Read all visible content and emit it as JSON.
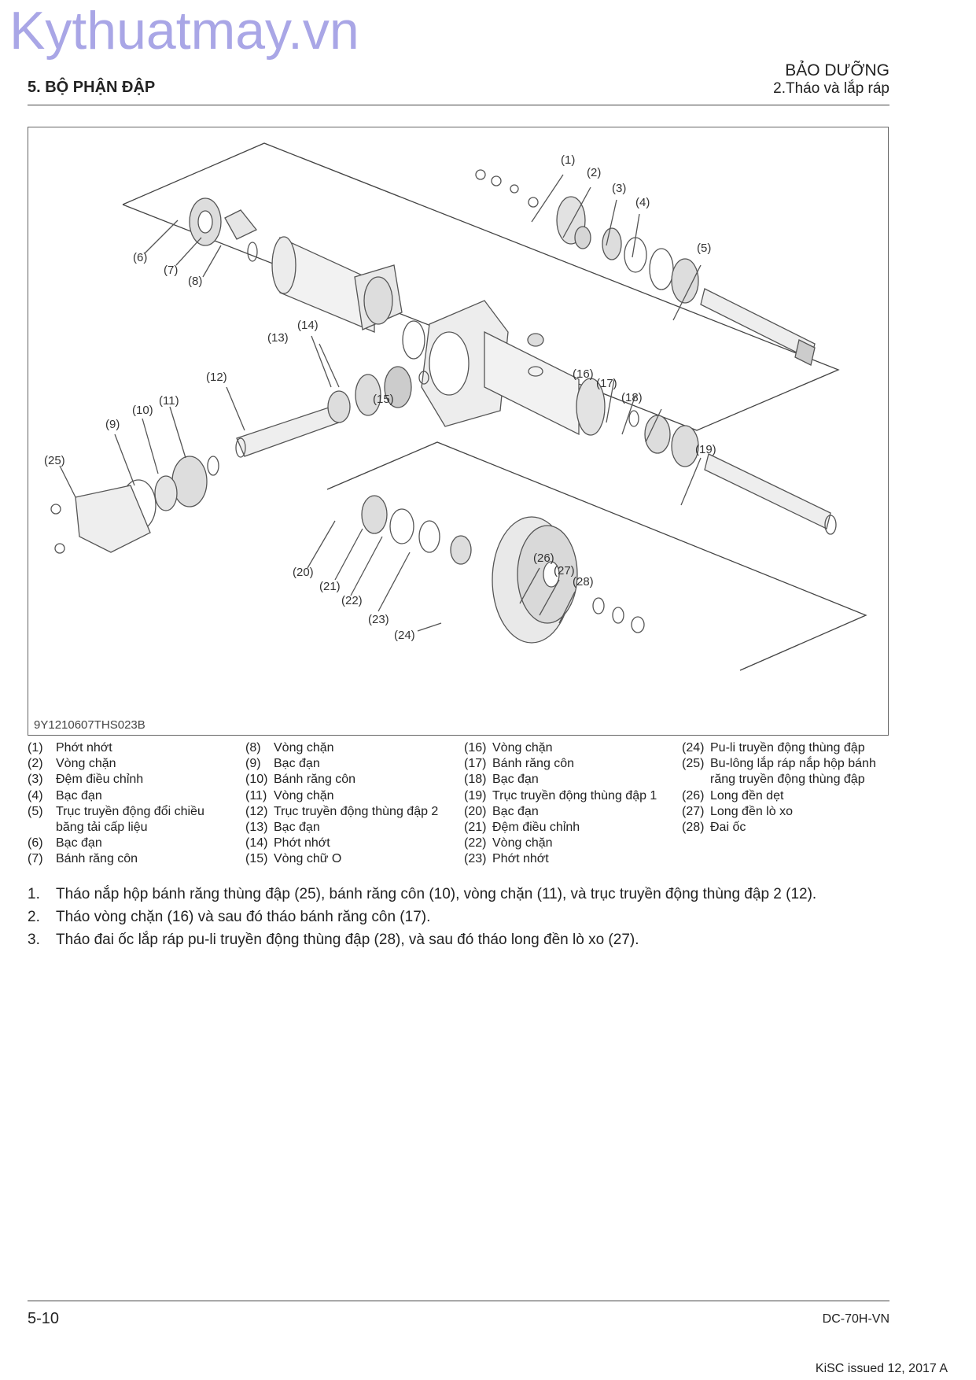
{
  "watermark": "Kythuatmay.vn",
  "header": {
    "section": "5. BỘ PHẬN ĐẬP",
    "chapter": "BẢO DƯỠNG",
    "subsection": "2.Tháo và lắp ráp"
  },
  "figure": {
    "id": "9Y1210607THS023B",
    "callouts": [
      "(1)",
      "(2)",
      "(3)",
      "(4)",
      "(5)",
      "(6)",
      "(7)",
      "(8)",
      "(9)",
      "(10)",
      "(11)",
      "(12)",
      "(13)",
      "(14)",
      "(15)",
      "(16)",
      "(17)",
      "(18)",
      "(19)",
      "(20)",
      "(21)",
      "(22)",
      "(23)",
      "(24)",
      "(25)",
      "(26)",
      "(27)",
      "(28)"
    ]
  },
  "legend": {
    "col1": [
      {
        "num": "(1)",
        "text": "Phớt nhớt"
      },
      {
        "num": "(2)",
        "text": "Vòng chặn"
      },
      {
        "num": "(3)",
        "text": "Đệm điều chỉnh"
      },
      {
        "num": "(4)",
        "text": "Bạc đạn"
      },
      {
        "num": "(5)",
        "text": "Trục truyền động đổi chiều",
        "cont": "băng tải cấp liệu"
      },
      {
        "num": "(6)",
        "text": "Bạc đạn"
      },
      {
        "num": "(7)",
        "text": "Bánh răng côn"
      }
    ],
    "col2": [
      {
        "num": "(8)",
        "text": "Vòng chặn"
      },
      {
        "num": "(9)",
        "text": "Bạc đạn"
      },
      {
        "num": "(10)",
        "text": "Bánh răng côn"
      },
      {
        "num": "(11)",
        "text": "Vòng chặn"
      },
      {
        "num": "(12)",
        "text": "Trục truyền động thùng đập 2"
      },
      {
        "num": "(13)",
        "text": "Bạc đạn"
      },
      {
        "num": "(14)",
        "text": "Phớt nhớt"
      },
      {
        "num": "(15)",
        "text": "Vòng chữ O"
      }
    ],
    "col3": [
      {
        "num": "(16)",
        "text": "Vòng chặn"
      },
      {
        "num": "(17)",
        "text": "Bánh răng côn"
      },
      {
        "num": "(18)",
        "text": "Bạc đạn"
      },
      {
        "num": "(19)",
        "text": "Trục truyền động thùng đập 1"
      },
      {
        "num": "(20)",
        "text": "Bạc đạn"
      },
      {
        "num": "(21)",
        "text": "Đệm điều chỉnh"
      },
      {
        "num": "(22)",
        "text": "Vòng chặn"
      },
      {
        "num": "(23)",
        "text": "Phớt nhớt"
      }
    ],
    "col4": [
      {
        "num": "(24)",
        "text": "Pu-li truyền động thùng đập"
      },
      {
        "num": "(25)",
        "text": "Bu-lông lắp ráp nắp hộp bánh",
        "cont": "răng truyền động thùng đập"
      },
      {
        "num": "(26)",
        "text": "Long đền dẹt"
      },
      {
        "num": "(27)",
        "text": "Long đền lò xo"
      },
      {
        "num": "(28)",
        "text": "Đai ốc"
      }
    ]
  },
  "steps": [
    {
      "n": "1.",
      "text": "Tháo nắp hộp bánh răng thùng đập (25), bánh răng côn (10), vòng chặn (11), và trục truyền động thùng đập 2 (12)."
    },
    {
      "n": "2.",
      "text": "Tháo vòng chặn (16) và sau đó tháo bánh răng côn (17)."
    },
    {
      "n": "3.",
      "text": "Tháo đai ốc lắp ráp pu-li truyền động thùng đập (28), và sau đó tháo long đền lò xo (27)."
    }
  ],
  "footer": {
    "page": "5-10",
    "model": "DC-70H-VN",
    "issue": "KiSC issued 12, 2017 A"
  }
}
